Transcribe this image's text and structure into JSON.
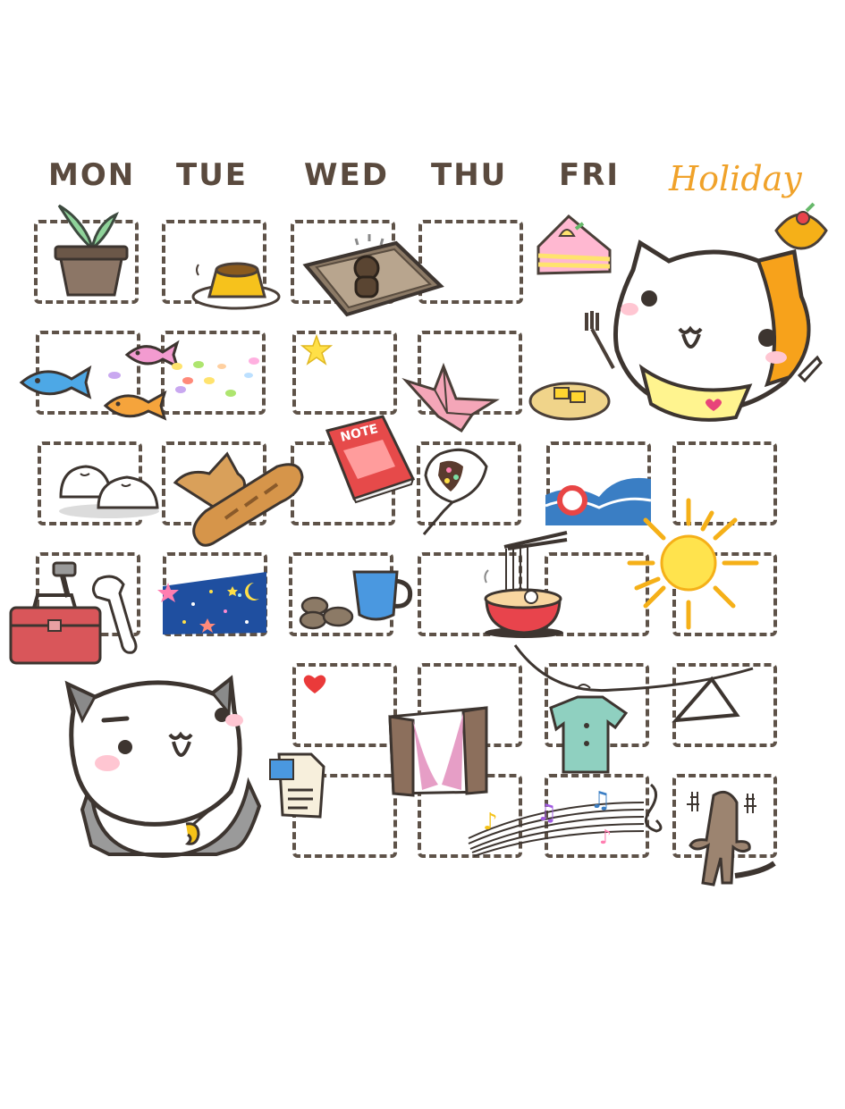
{
  "header": {
    "days": [
      "MON",
      "TUE",
      "WED",
      "THU",
      "FRI"
    ],
    "holiday": "Holiday"
  },
  "items": {
    "notebook_label": "NOTE"
  },
  "colors": {
    "outline": "#5e5248",
    "day_text": "#5a4a3e",
    "holiday_text": "#f0a22a",
    "cat_orange": "#f7a21b",
    "sun": "#ffe34d",
    "night_sky": "#1f4fa0"
  }
}
